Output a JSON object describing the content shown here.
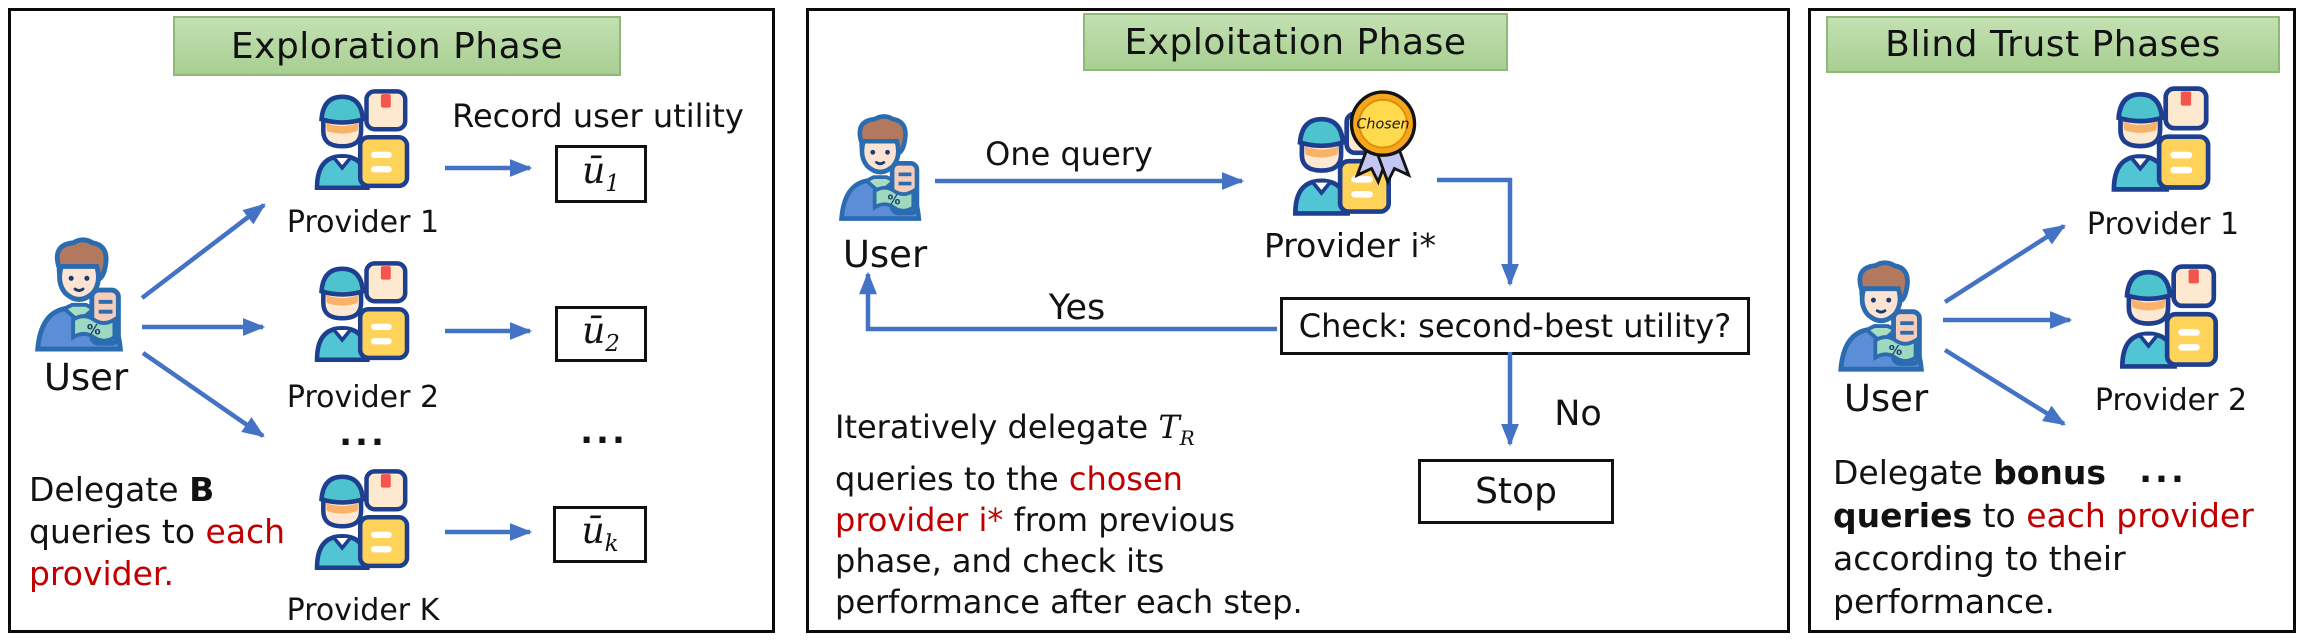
{
  "colors": {
    "arrow_blue": "#4472c4",
    "highlight_red": "#c00000",
    "title_green_fill": "#aed29a",
    "title_green_border": "#8fb87b",
    "panel_border": "#0a0a0a"
  },
  "panel1": {
    "title": "Exploration Phase",
    "record_user_utility": "Record user utility",
    "user_label": "User",
    "provider1_label": "Provider 1",
    "provider2_label": "Provider 2",
    "providerK_label": "Provider K",
    "dots_providers": "...",
    "dots_utilities": "...",
    "utility1": {
      "base": "ū",
      "sub": "1"
    },
    "utility2": {
      "base": "ū",
      "sub": "2"
    },
    "utilityK": {
      "base": "ū",
      "sub": "k"
    },
    "caption_lines": [
      [
        {
          "t": "Delegate "
        },
        {
          "t": "B",
          "s": "bold"
        }
      ],
      [
        {
          "t": "queries to "
        },
        {
          "t": "each",
          "s": "red"
        }
      ],
      [
        {
          "t": "provider.",
          "s": "red"
        }
      ]
    ]
  },
  "panel2": {
    "title": "Exploitation Phase",
    "user_label": "User",
    "one_query_label": "One query",
    "provider_label": "Provider i*",
    "medal_label": "Chosen",
    "check_label": "Check: second-best utility?",
    "yes_label": "Yes",
    "no_label": "No",
    "stop_label": "Stop",
    "caption_lines": [
      [
        {
          "t": "Iteratively delegate "
        },
        {
          "t": "T",
          "s": "math"
        },
        {
          "t": "R",
          "s": "mathsub"
        }
      ],
      [
        {
          "t": "queries to the "
        },
        {
          "t": "chosen",
          "s": "red"
        }
      ],
      [
        {
          "t": "provider i*",
          "s": "red"
        },
        {
          "t": " from previous"
        }
      ],
      [
        {
          "t": "phase, and check its"
        }
      ],
      [
        {
          "t": "performance after each step."
        }
      ]
    ]
  },
  "panel3": {
    "title": "Blind Trust Phases",
    "user_label": "User",
    "provider1_label": "Provider 1",
    "provider2_label": "Provider 2",
    "dots": "...",
    "caption_lines": [
      [
        {
          "t": "Delegate "
        },
        {
          "t": "bonus",
          "s": "bold"
        }
      ],
      [
        {
          "t": "queries",
          "s": "bold"
        },
        {
          "t": " to "
        },
        {
          "t": "each provider",
          "s": "red"
        }
      ],
      [
        {
          "t": "according to their"
        }
      ],
      [
        {
          "t": "performance."
        }
      ]
    ]
  }
}
